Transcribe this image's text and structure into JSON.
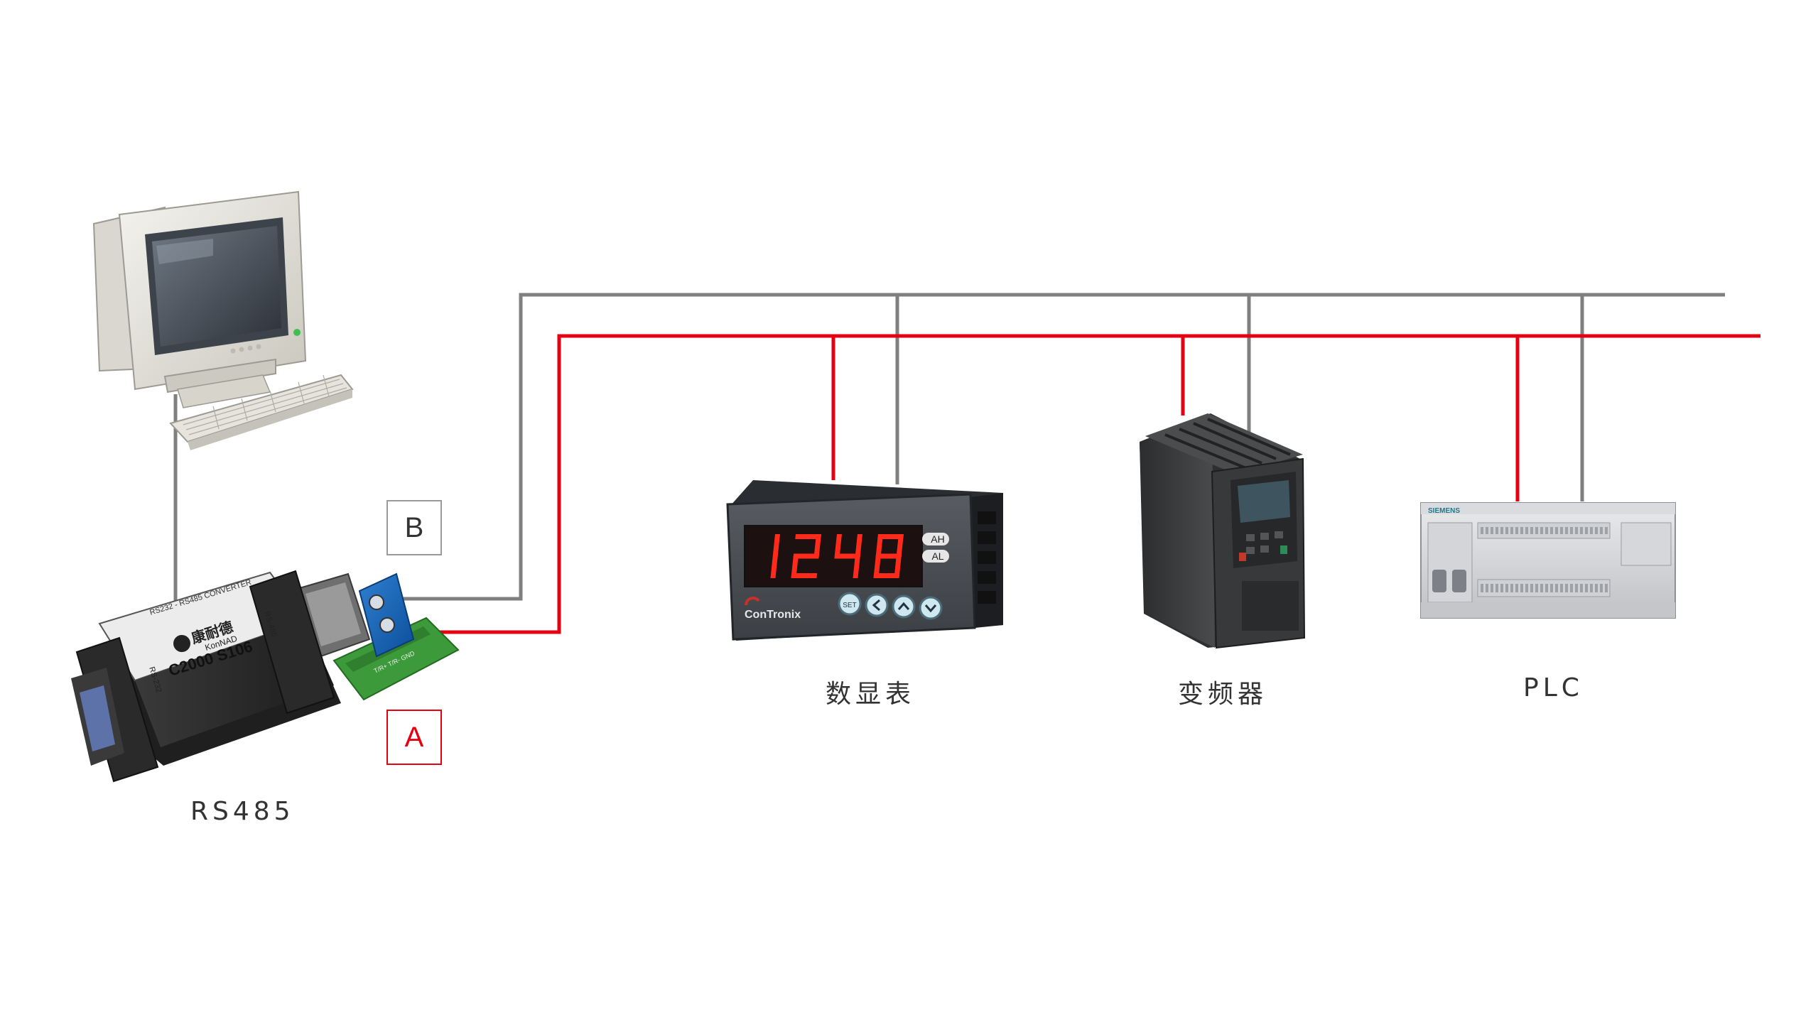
{
  "labels": {
    "converter": "RS485",
    "meter": "数显表",
    "inverter": "变频器",
    "plc": "PLC",
    "line_b": "B",
    "line_a": "A"
  },
  "converter_print": {
    "header": "RS232 - RS485 CONVERTER",
    "brand": "康耐德",
    "brand_en": "KonNAD",
    "model": "C2000 S106",
    "side_left": "RS-232",
    "side_right": "RS-485",
    "board": "T/R+ T/R- GND"
  },
  "meter_display": {
    "reading": "1248",
    "indicator_1": "AH",
    "indicator_2": "AL",
    "brand": "ConTronix",
    "button_set": "SET"
  },
  "plc_print": {
    "brand": "SIEMENS"
  },
  "colors": {
    "line_a": "#e50012",
    "line_b": "#7f7f7f",
    "label_text": "#333333",
    "tag_b_border": "#9a9a9a",
    "tag_a_border": "#e50012"
  }
}
